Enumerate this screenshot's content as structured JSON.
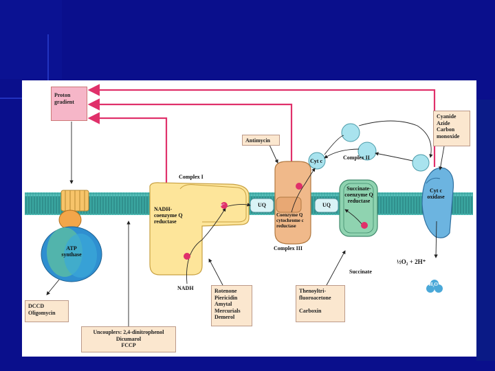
{
  "colors": {
    "slide_background": "#0a0f8c",
    "panel": "#ffffff",
    "membrane": "#3aa6a0",
    "proton_arrow": "#e0306a",
    "complex_I": "#fde59a",
    "complex_II": "#8fd3b0",
    "complex_III": "#f0b98a",
    "complex_IV": "#6cb4e0",
    "atp_synthase": "#2f8fd0",
    "inhibitor_box": "#fbe7cf",
    "proton_box": "#f6b6c8"
  },
  "icons": [
    "electron-icon",
    "water-molecule-icon",
    "cytochrome-c-icon"
  ],
  "diagram": {
    "proton_gradient": "Proton\ngradient",
    "complex_I_title": "Complex I",
    "complex_I_enzyme": "NADH-\ncoenzyme Q\nreductase",
    "nadh": "NADH",
    "complex_II_title": "Complex II",
    "complex_II_enzyme": "Succinate-\ncoenzyme Q\nreductase",
    "succinate": "Succinate",
    "complex_III_title": "Complex III",
    "complex_III_enzyme": "Coenzyme Q\ncytochrome c\nreductase",
    "uq1": "UQ",
    "uq2": "UQ",
    "cytc": "Cyt c",
    "complex_IV_enzyme": "Cyt c\noxidase",
    "oxygen_eq": "½O₂ + 2H⁺",
    "water": "H₂O",
    "atp": "ATP\nsynthase",
    "electron": "e⁻",
    "inhibitors": {
      "dccd": "DCCD\nOligomycin",
      "uncouplers": "Uncouplers: 2,4-dinitrophenol\nDicumarol\nFCCP",
      "rotenone": "Rotenone\nPiericidin\nAmytal\nMercurials\nDemerol",
      "antimycin": "Antimycin",
      "thenoyl": "Thenoyltri-\nfluoroacetone\n\nCarboxin",
      "cyanide": "Cyanide\nAzide\nCarbon\nmonoxide"
    }
  }
}
